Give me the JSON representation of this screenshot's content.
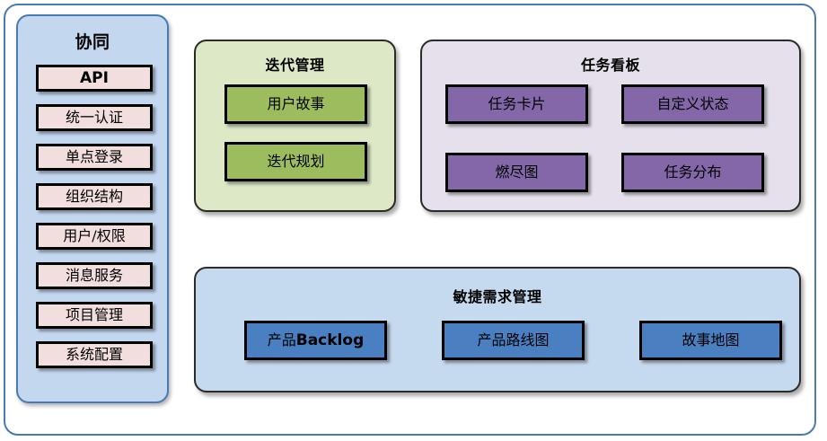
{
  "diagram": {
    "title": "",
    "colors": {
      "frame_border": "#4a7ab5",
      "sidebar_fill": "#c3d7ef",
      "sidebar_item_fill": "#f2dfdd",
      "green_panel_fill": "#dde8c6",
      "green_box_fill": "#9cbc5d",
      "purple_panel_fill": "#e6e0ec",
      "purple_box_fill": "#8367a9",
      "blue_panel_fill": "#c5d9ef",
      "blue_box_fill": "#4a7fc1"
    }
  },
  "sidebar": {
    "title": "协同",
    "items": [
      {
        "label": "API"
      },
      {
        "label": "统一认证"
      },
      {
        "label": "单点登录"
      },
      {
        "label": "组织结构"
      },
      {
        "label": "用户/权限"
      },
      {
        "label": "消息服务"
      },
      {
        "label": "项目管理"
      },
      {
        "label": "系统配置"
      }
    ]
  },
  "iteration_panel": {
    "title": "迭代管理",
    "boxes": [
      {
        "label": "用户故事"
      },
      {
        "label": "迭代规划"
      }
    ]
  },
  "kanban_panel": {
    "title": "任务看板",
    "boxes": [
      {
        "label": "任务卡片"
      },
      {
        "label": "自定义状态"
      },
      {
        "label": "燃尽图"
      },
      {
        "label": "任务分布"
      }
    ]
  },
  "agile_panel": {
    "title": "敏捷需求管理",
    "boxes": [
      {
        "label_prefix": "产品",
        "label_latin": "Backlog",
        "label": "产品Backlog"
      },
      {
        "label": "产品路线图"
      },
      {
        "label": "故事地图"
      }
    ]
  }
}
